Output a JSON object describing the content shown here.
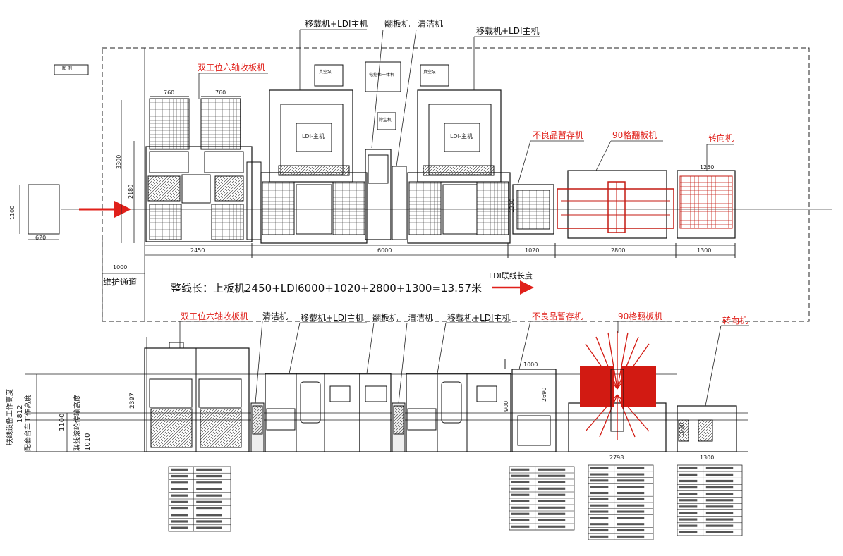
{
  "plan_view": {
    "top_labels": {
      "transfer_ldi_1": "移载机+LDI主机",
      "flipper": "翻板机",
      "cleaner": "清洁机",
      "transfer_ldi_2": "移载机+LDI主机"
    },
    "red_labels": {
      "dual_station_unloader": "双工位六轴收板机",
      "defect_buffer": "不良品暂存机",
      "flipper_90": "90格翻板机",
      "turner": "转向机"
    },
    "ldi_host_label": "LDI-主机",
    "legend_box": "图 例",
    "vacuum_1": "真空泵",
    "vacuum_2": "真空泵",
    "flip_cabinet": "电控柜一体机",
    "cabinet_small": "除尘机",
    "dims": {
      "d760a": "760",
      "d760b": "760",
      "d3300": "3300",
      "d2180": "2180",
      "d1100": "1100",
      "d620": "620",
      "d1000": "1000",
      "d2450": "2450",
      "d6000": "6000",
      "d1020": "1020",
      "d2800": "2800",
      "d1300": "1300",
      "d1250": "1250",
      "d1330": "1330"
    },
    "maintenance": "维护通道",
    "total_length": "整线长：上板机2450+LDI6000+1020+2800+1300=13.57米",
    "arrow_note": "LDI联线长度"
  },
  "elevation_view": {
    "labels": {
      "dual_station_unloader": "双工位六轴收板机",
      "cleaner_1": "清洁机",
      "transfer_ldi_1": "移载机+LDI主机",
      "flipper": "翻板机",
      "cleaner_2": "清洁机",
      "transfer_ldi_2": "移载机+LDI主机",
      "defect_buffer": "不良品暂存机",
      "flipper_90": "90格翻板机",
      "turner": "转向机"
    },
    "left_text": {
      "line_height": "联线设备工作高度",
      "h1812": "1812",
      "cart_height": "配套台车工作高度",
      "h1100": "1100",
      "roller_height": "联线滚轮传输高度",
      "h1010": "1010",
      "h2397": "2397"
    },
    "dims": {
      "d1000": "1000",
      "d2690": "2690",
      "d900": "900",
      "d2798": "2798",
      "d1300": "1300",
      "d1030": "1030"
    }
  },
  "colors": {
    "line": "#111111",
    "accent": "#e0201a",
    "flipper_red": "#d21a12"
  }
}
